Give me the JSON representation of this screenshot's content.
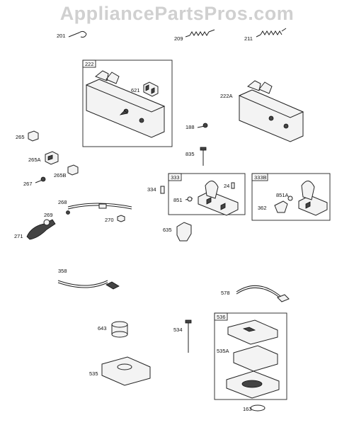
{
  "watermark": "AppliancePartsPros.com",
  "labels": {
    "p201": "201",
    "p209": "209",
    "p211": "211",
    "p222": "222",
    "p621": "621",
    "p222A": "222A",
    "p188": "188",
    "p265": "265",
    "p265A": "265A",
    "p265B": "265B",
    "p267": "267",
    "p835": "835",
    "p333": "333",
    "p333B": "333B",
    "p24": "24",
    "p851": "851",
    "p851A": "851A",
    "p362": "362",
    "p334": "334",
    "p268": "268",
    "p269": "269",
    "p270": "270",
    "p271": "271",
    "p635": "635",
    "p358": "358",
    "p578": "578",
    "p536": "536",
    "p535A": "535A",
    "p643": "643",
    "p534": "534",
    "p535": "535",
    "p163": "163"
  }
}
